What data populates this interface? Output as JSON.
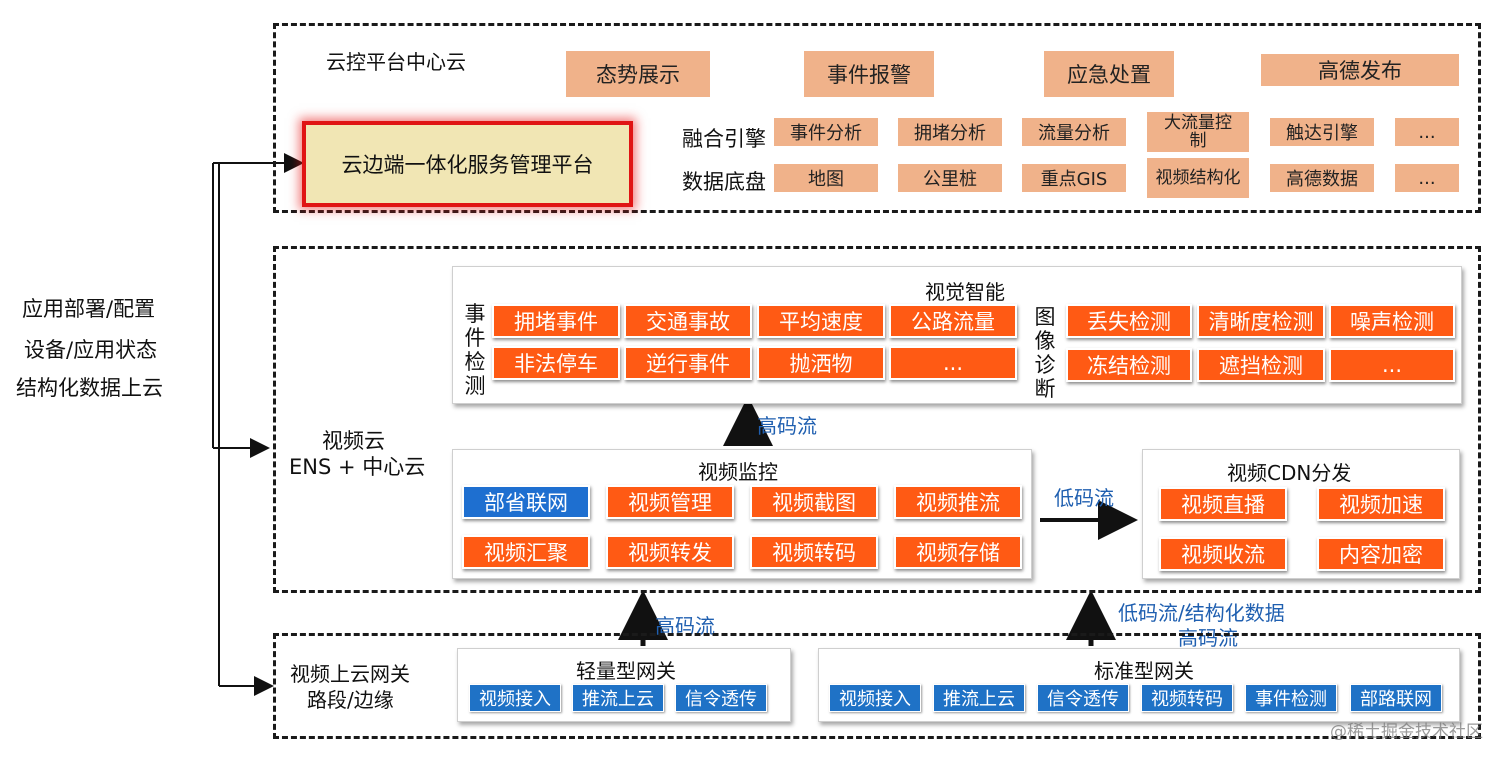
{
  "left_labels": [
    "应用部署/配置",
    "设备/应用状态",
    "结构化数据上云"
  ],
  "center_cloud": {
    "title": "云控平台中心云",
    "top_items": [
      "态势展示",
      "事件报警",
      "应急处置",
      "高德发布"
    ],
    "platform": "云边端一体化服务管理平台",
    "fusion_label": "融合引擎",
    "fusion_items": [
      "事件分析",
      "拥堵分析",
      "流量分析",
      "大流量控制",
      "触达引擎",
      "..."
    ],
    "data_label": "数据底盘",
    "data_items": [
      "地图",
      "公里桩",
      "重点GIS",
      "视频结构化",
      "高德数据",
      "..."
    ]
  },
  "video_cloud": {
    "label_line1": "视频云",
    "label_line2": "ENS + 中心云",
    "vision": {
      "title": "视觉智能",
      "event_label": [
        "事",
        "件",
        "检",
        "测"
      ],
      "event_items": [
        "拥堵事件",
        "交通事故",
        "平均速度",
        "公路流量",
        "非法停车",
        "逆行事件",
        "抛洒物",
        "..."
      ],
      "image_label": [
        "图",
        "像",
        "诊",
        "断"
      ],
      "image_items": [
        "丢失检测",
        "清晰度检测",
        "噪声检测",
        "冻结检测",
        "遮挡检测",
        "..."
      ]
    },
    "high_stream": "高码流",
    "monitor": {
      "title": "视频监控",
      "items": [
        "部省联网",
        "视频管理",
        "视频截图",
        "视频推流",
        "视频汇聚",
        "视频转发",
        "视频转码",
        "视频存储"
      ]
    },
    "low_stream": "低码流",
    "cdn": {
      "title": "视频CDN分发",
      "items": [
        "视频直播",
        "视频加速",
        "视频收流",
        "内容加密"
      ]
    }
  },
  "links": {
    "left_high": "高码流",
    "right_line1": "低码流/结构化数据",
    "right_line2": "高码流"
  },
  "gateway": {
    "label_line1": "视频上云网关",
    "label_line2": "路段/边缘",
    "light": {
      "title": "轻量型网关",
      "items": [
        "视频接入",
        "推流上云",
        "信令透传"
      ]
    },
    "standard": {
      "title": "标准型网关",
      "items": [
        "视频接入",
        "推流上云",
        "信令透传",
        "视频转码",
        "事件检测",
        "部路联网"
      ]
    }
  },
  "watermark": "@稀土掘金技术社区",
  "colors": {
    "orange": "#ff5a14",
    "tan": "#f0b28a",
    "blue": "#1e6fd0",
    "platform_bg": "#f1e6b4",
    "platform_border": "#e01414",
    "link_text": "#1f5fb0"
  }
}
